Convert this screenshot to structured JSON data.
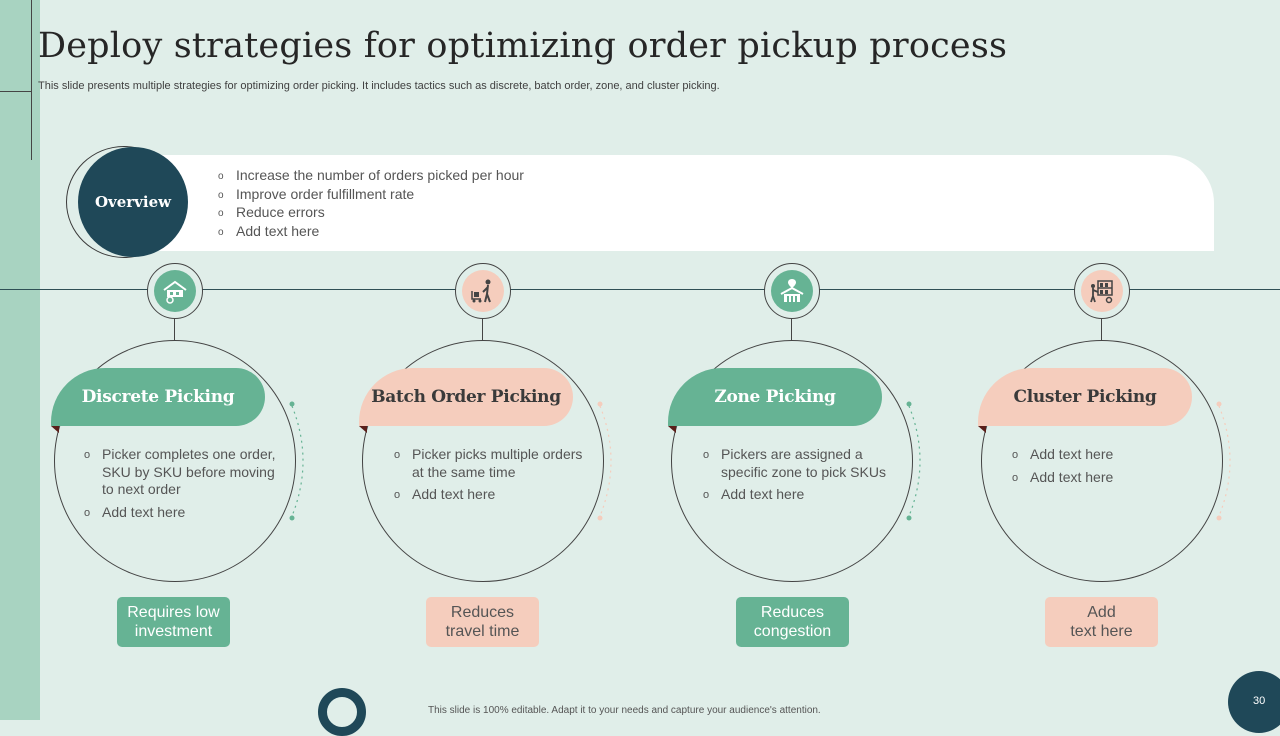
{
  "slide": {
    "title": "Deploy strategies for optimizing order pickup process",
    "subtitle": "This slide presents multiple strategies for optimizing order picking. It includes tactics such as discrete, batch order, zone, and cluster picking.",
    "footer": "This slide is 100% editable.  Adapt it to your needs and capture your audience's attention.",
    "page_number": "30"
  },
  "overview": {
    "label": "Overview",
    "items": [
      "Increase the number of orders picked per hour",
      "Improve order fulfillment rate",
      "Reduce errors",
      "Add text here"
    ]
  },
  "colors": {
    "background": "#e0eee9",
    "side_band": "#a8d3c1",
    "navy": "#1f4858",
    "green": "#66b394",
    "peach": "#f5cdbd"
  },
  "strategies": [
    {
      "title": "Discrete Picking",
      "icon": "warehouse-icon",
      "points": [
        "Picker completes one order, SKU by SKU before moving to next order",
        "Add text here"
      ],
      "benefit": "Requires low\ninvestment"
    },
    {
      "title": "Batch Order Picking",
      "icon": "worker-cart-icon",
      "points": [
        "Picker picks multiple orders at the same time",
        "Add text here"
      ],
      "benefit": "Reduces\ntravel time"
    },
    {
      "title": "Zone Picking",
      "icon": "zone-building-icon",
      "points": [
        "Pickers are assigned a specific zone to pick SKUs",
        "Add text here"
      ],
      "benefit": "Reduces\ncongestion"
    },
    {
      "title": "Cluster Picking",
      "icon": "shelf-trolley-icon",
      "points": [
        "Add text here",
        "Add text here"
      ],
      "benefit": "Add\ntext here"
    }
  ]
}
